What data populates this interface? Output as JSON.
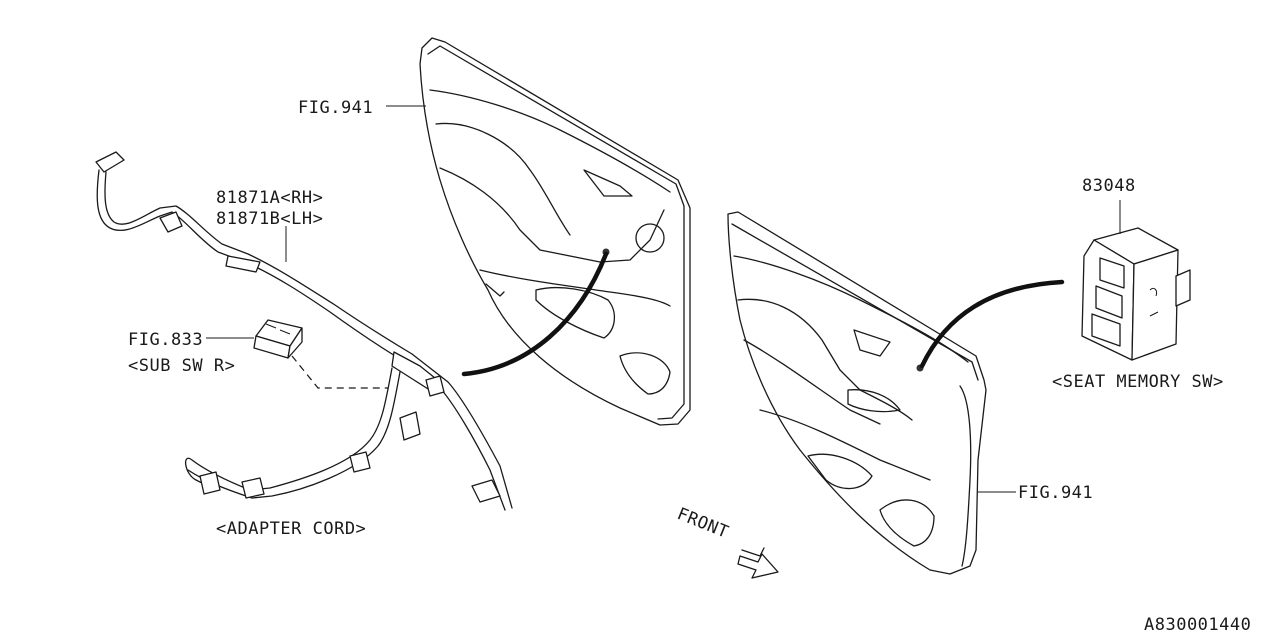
{
  "labels": {
    "fig941_top": "FIG.941",
    "harness_rh": "81871A<RH>",
    "harness_lh": "81871B<LH>",
    "fig833": "FIG.833",
    "sub_sw": "<SUB SW R>",
    "adapter_cord": "<ADAPTER CORD>",
    "switch_part": "83048",
    "seat_memory": "<SEAT MEMORY SW>",
    "fig941_bottom": "FIG.941",
    "front": "FRONT",
    "diagram_id": "A830001440"
  },
  "icons": {
    "front_arrow": "double-outline-arrow"
  }
}
